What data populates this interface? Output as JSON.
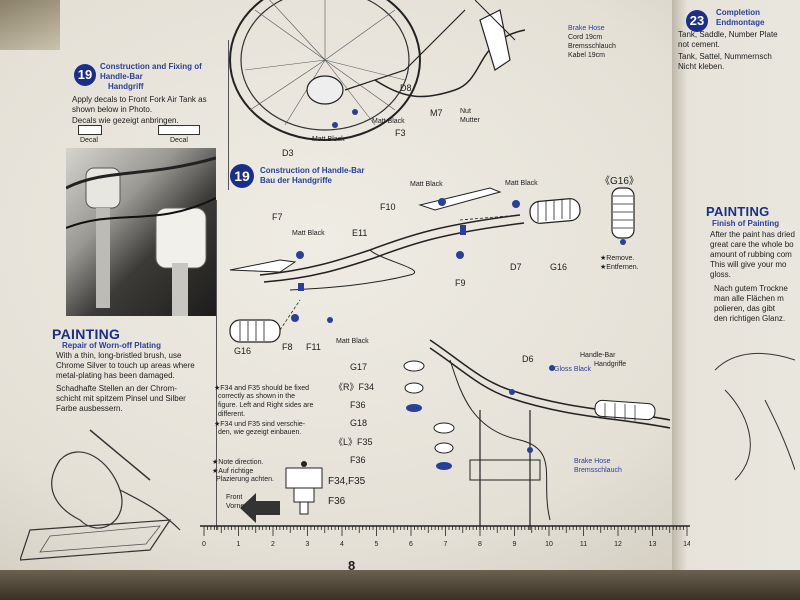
{
  "left_panel": {
    "step_number": "19",
    "title_en": "Construction and Fixing of Handle-Bar",
    "title_de": "Handgriff",
    "instruction_en": "Apply decals to Front Fork Air Tank as shown below in Photo.",
    "instruction_de": "Decals wie gezeigt anbringen.",
    "decal_label_1": "Decal",
    "decal_label_2": "Decal",
    "painting_title": "PAINTING",
    "painting_subtitle": "Repair of Worn-off Plating",
    "painting_text_en_1": "With a thin, long-bristled brush, use",
    "painting_text_en_2": "Chrome Silver to touch up areas where",
    "painting_text_en_3": "metal-plating has been damaged.",
    "painting_text_de_1": "Schadhafte Stellen an der Chrom-",
    "painting_text_de_2": "schicht mit spitzem Pinsel und Silber",
    "painting_text_de_3": "Farbe ausbessern."
  },
  "top_diagram": {
    "brake_hose_1": "Brake Hose",
    "brake_hose_2": "Cord 19cm",
    "brake_hose_3": "Bremsschlauch",
    "brake_hose_4": "Kabel 19cm",
    "part_d8": "D8",
    "part_m7": "M7",
    "nut_1": "Nut",
    "nut_2": "Mutter",
    "matt_black_1": "Matt Black",
    "matt_black_2": "Matt Black",
    "part_f3": "F3",
    "part_d3": "D3"
  },
  "main_step": {
    "number": "19",
    "title_en": "Construction of Handle-Bar",
    "title_de": "Bau der Handgriffe",
    "g16_box": "《G16》",
    "remove_1": "★Remove.",
    "remove_2": "★Entfernen.",
    "matt_black_a": "Matt Black",
    "matt_black_b": "Matt Black",
    "matt_black_c": "Matt Black",
    "matt_black_d": "Matt Black",
    "part_f10": "F10",
    "part_f7": "F7",
    "part_e11": "E11",
    "part_d7": "D7",
    "part_g16a": "G16",
    "part_f9": "F9",
    "part_g16b": "G16",
    "part_f8": "F8",
    "part_f11": "F11",
    "part_d6": "D6",
    "handlebar_1": "Handle-Bar",
    "handlebar_2": "Handgriffe",
    "gloss_black": "Gloss Black",
    "brake_hose_1": "Brake Hose",
    "brake_hose_2": "Bremsschlauch",
    "part_g17": "G17",
    "r_f34": "《R》F34",
    "part_f36a": "F36",
    "part_g18": "G18",
    "l_f35": "《L》F35",
    "part_f36b": "F36",
    "note_en_1": "★F34 and F35 should be fixed",
    "note_en_2": "correctly as shown in the",
    "note_en_3": "figure. Left and Right sides are",
    "note_en_4": "different.",
    "note_de_1": "★F34 und F35 sind verschie-",
    "note_de_2": "den, wie gezeigt einbauen.",
    "dir_1": "★Note direction.",
    "dir_2": "★Auf richtige",
    "dir_3": "Plazierung achten.",
    "f34f35": "F34,F35",
    "f36": "F36",
    "front_1": "Front",
    "front_2": "Vorne"
  },
  "right_panel": {
    "step_number": "23",
    "title_en": "Completion",
    "title_de": "Endmontage",
    "text_1": "Tank, Saddle, Number Plate",
    "text_2": "not cement.",
    "text_3": "Tank, Sattel, Nummernsch",
    "text_4": "Nicht kleben.",
    "painting_title": "PAINTING",
    "painting_subtitle": "Finish of Painting",
    "finish_1": "After the paint has dried",
    "finish_2": "great care the whole bo",
    "finish_3": "amount of rubbing com",
    "finish_4": "This will give your mo",
    "finish_5": "gloss.",
    "finish_de_1": "Nach gutem Trockne",
    "finish_de_2": "man alle Flächen m",
    "finish_de_3": "polieren, das gibt",
    "finish_de_4": "den richtigen Glanz."
  },
  "ruler": {
    "ticks": [
      "0",
      "1",
      "2",
      "3",
      "4",
      "5",
      "6",
      "7",
      "8",
      "9",
      "10",
      "11",
      "12",
      "13",
      "14"
    ]
  },
  "page_number": "8"
}
